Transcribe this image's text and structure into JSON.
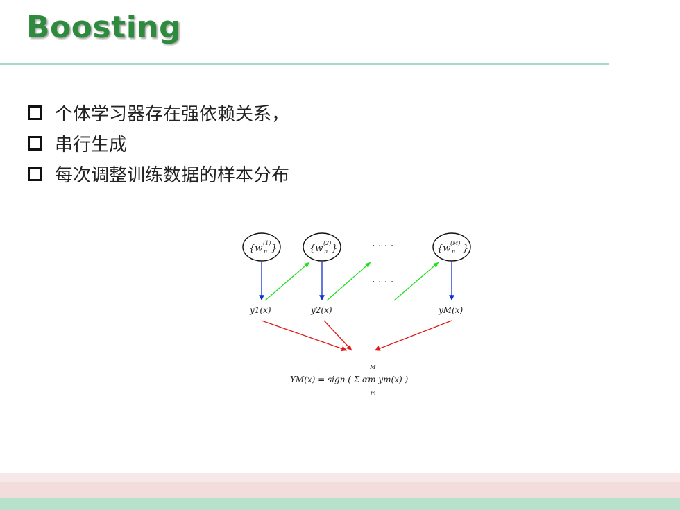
{
  "slide": {
    "title": "Boosting",
    "bullets": [
      "个体学习器存在强依赖关系，",
      "串行生成",
      "每次调整训练数据的样本分布"
    ]
  },
  "diagram": {
    "weights": [
      "{w",
      "{w",
      "{w"
    ],
    "weight_superscripts": [
      "(1)",
      "(2)",
      "(M)"
    ],
    "weight_subscript": "n",
    "ellipsis": "· · · ·",
    "outputs": [
      "y1(x)",
      "y2(x)",
      "yM(x)"
    ],
    "formula": "YM(x) = sign ( Σ αm ym(x) )",
    "sum_upper": "M",
    "sum_lower": "m",
    "colors": {
      "down": "#1030d0",
      "forward": "#22dd22",
      "combine": "#e01818"
    }
  }
}
